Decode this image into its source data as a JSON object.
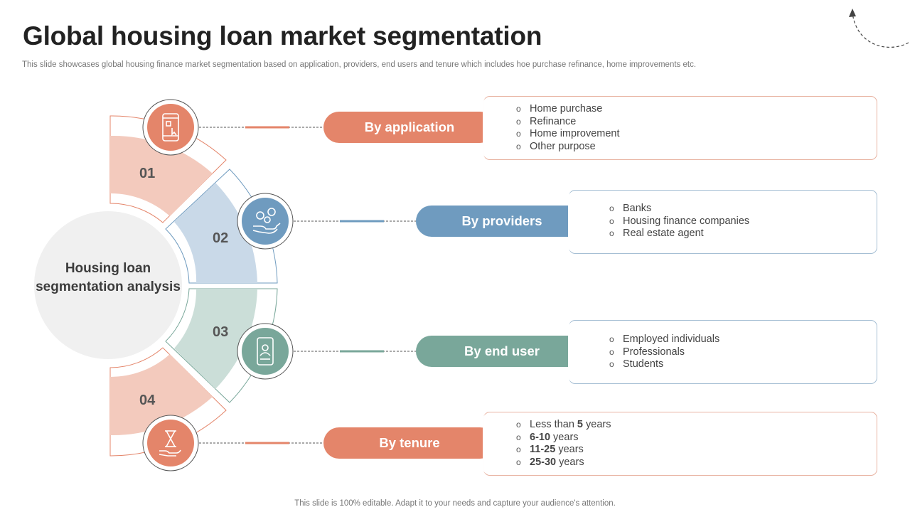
{
  "title": "Global housing loan market segmentation",
  "subtitle": "This slide showcases global housing finance market segmentation based on application, providers, end users and tenure which includes hoe purchase refinance, home improvements etc.",
  "center_label": "Housing loan segmentation analysis",
  "segments": [
    {
      "number": "01",
      "pill": "By application",
      "icon": "smartphone-icon",
      "items": [
        "Home purchase",
        "Refinance",
        "Home improvement",
        "Other purpose"
      ]
    },
    {
      "number": "02",
      "pill": "By providers",
      "icon": "hand-coins-icon",
      "items": [
        "Banks",
        "Housing finance companies",
        "Real estate agent"
      ]
    },
    {
      "number": "03",
      "pill": "By end user",
      "icon": "id-card-icon",
      "items": [
        "Employed individuals",
        "Professionals",
        "Students"
      ]
    },
    {
      "number": "04",
      "pill": "By tenure",
      "icon": "hourglass-hand-icon",
      "items": [
        {
          "pre": "Less than ",
          "bold": "5",
          "post": " years"
        },
        {
          "pre": "",
          "bold": "6-10",
          "post": " years"
        },
        {
          "pre": "",
          "bold": "11-25",
          "post": " years"
        },
        {
          "pre": "",
          "bold": "25-30",
          "post": " years"
        }
      ]
    }
  ],
  "footer": "This slide is 100% editable. Adapt it to your needs and capture your audience's attention.",
  "colors": {
    "orange": "#e4856a",
    "orange_light": "#f3cabd",
    "blue": "#6f9bbf",
    "blue_light": "#c9d9e8",
    "green": "#79a79a",
    "green_light": "#cbded8"
  }
}
